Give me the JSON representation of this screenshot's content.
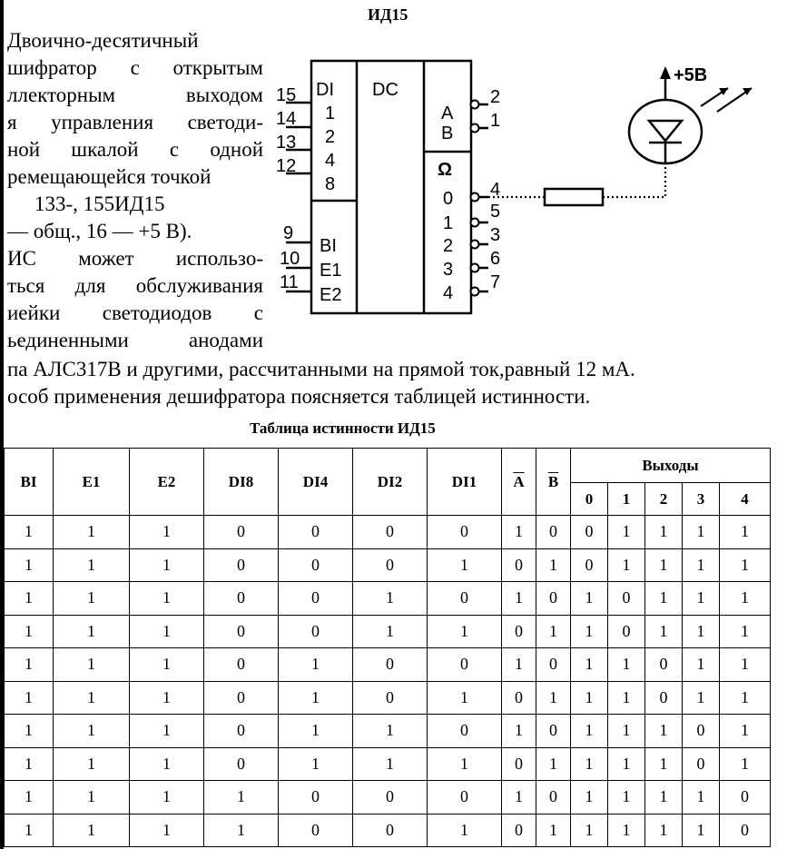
{
  "header": {
    "title": "ИД15"
  },
  "description": {
    "lines": [
      "Двоично-десятичный",
      "шифратор с открытым",
      "ллекторным выходом",
      "я управления светоди-",
      "ной шкалой с одной",
      "ремещающейся точкой",
      "133-, 155ИД15",
      "— общ., 16 — +5 В).",
      "ИС может использо-",
      "ться для обслуживания",
      "иейки светодиодов с",
      "ьединенными анодами"
    ],
    "wide_lines": [
      "па АЛС317В и другими, рассчитанными на прямой ток,равный 12 мА.",
      "особ применения дешифратора поясняется таблицей истинности."
    ]
  },
  "diagram": {
    "section_di": "DI",
    "section_dc": "DC",
    "section_e": "Ω",
    "inputs_top": [
      {
        "pin": "15",
        "label": "1"
      },
      {
        "pin": "14",
        "label": "2"
      },
      {
        "pin": "13",
        "label": "4"
      },
      {
        "pin": "12",
        "label": "8"
      }
    ],
    "inputs_bottom": [
      {
        "pin": "9",
        "label": "BI"
      },
      {
        "pin": "10",
        "label": "E1"
      },
      {
        "pin": "11",
        "label": "E2"
      }
    ],
    "outputs_top": [
      {
        "pin": "2",
        "label": "A"
      },
      {
        "pin": "1",
        "label": "B"
      }
    ],
    "outputs_bottom": [
      {
        "pin": "4",
        "label": "0"
      },
      {
        "pin": "5",
        "label": "1"
      },
      {
        "pin": "3",
        "label": "2"
      },
      {
        "pin": "6",
        "label": "3"
      },
      {
        "pin": "7",
        "label": "4"
      }
    ],
    "supply": "+5В"
  },
  "table": {
    "title": "Таблица истинности ИД15",
    "headers": [
      "BI",
      "E1",
      "E2",
      "DI8",
      "DI4",
      "DI2",
      "DI1",
      "A",
      "B"
    ],
    "outputs_header": "Выходы",
    "output_cols": [
      "0",
      "1",
      "2",
      "3",
      "4"
    ],
    "rows": [
      [
        "1",
        "1",
        "1",
        "0",
        "0",
        "0",
        "0",
        "1",
        "0",
        "0",
        "1",
        "1",
        "1",
        "1"
      ],
      [
        "1",
        "1",
        "1",
        "0",
        "0",
        "0",
        "1",
        "0",
        "1",
        "0",
        "1",
        "1",
        "1",
        "1"
      ],
      [
        "1",
        "1",
        "1",
        "0",
        "0",
        "1",
        "0",
        "1",
        "0",
        "1",
        "0",
        "1",
        "1",
        "1"
      ],
      [
        "1",
        "1",
        "1",
        "0",
        "0",
        "1",
        "1",
        "0",
        "1",
        "1",
        "0",
        "1",
        "1",
        "1"
      ],
      [
        "1",
        "1",
        "1",
        "0",
        "1",
        "0",
        "0",
        "1",
        "0",
        "1",
        "1",
        "0",
        "1",
        "1"
      ],
      [
        "1",
        "1",
        "1",
        "0",
        "1",
        "0",
        "1",
        "0",
        "1",
        "1",
        "1",
        "0",
        "1",
        "1"
      ],
      [
        "1",
        "1",
        "1",
        "0",
        "1",
        "1",
        "0",
        "1",
        "0",
        "1",
        "1",
        "1",
        "0",
        "1"
      ],
      [
        "1",
        "1",
        "1",
        "0",
        "1",
        "1",
        "1",
        "0",
        "1",
        "1",
        "1",
        "1",
        "0",
        "1"
      ],
      [
        "1",
        "1",
        "1",
        "1",
        "0",
        "0",
        "0",
        "1",
        "0",
        "1",
        "1",
        "1",
        "1",
        "0"
      ],
      [
        "1",
        "1",
        "1",
        "1",
        "0",
        "0",
        "1",
        "0",
        "1",
        "1",
        "1",
        "1",
        "1",
        "0"
      ]
    ]
  }
}
